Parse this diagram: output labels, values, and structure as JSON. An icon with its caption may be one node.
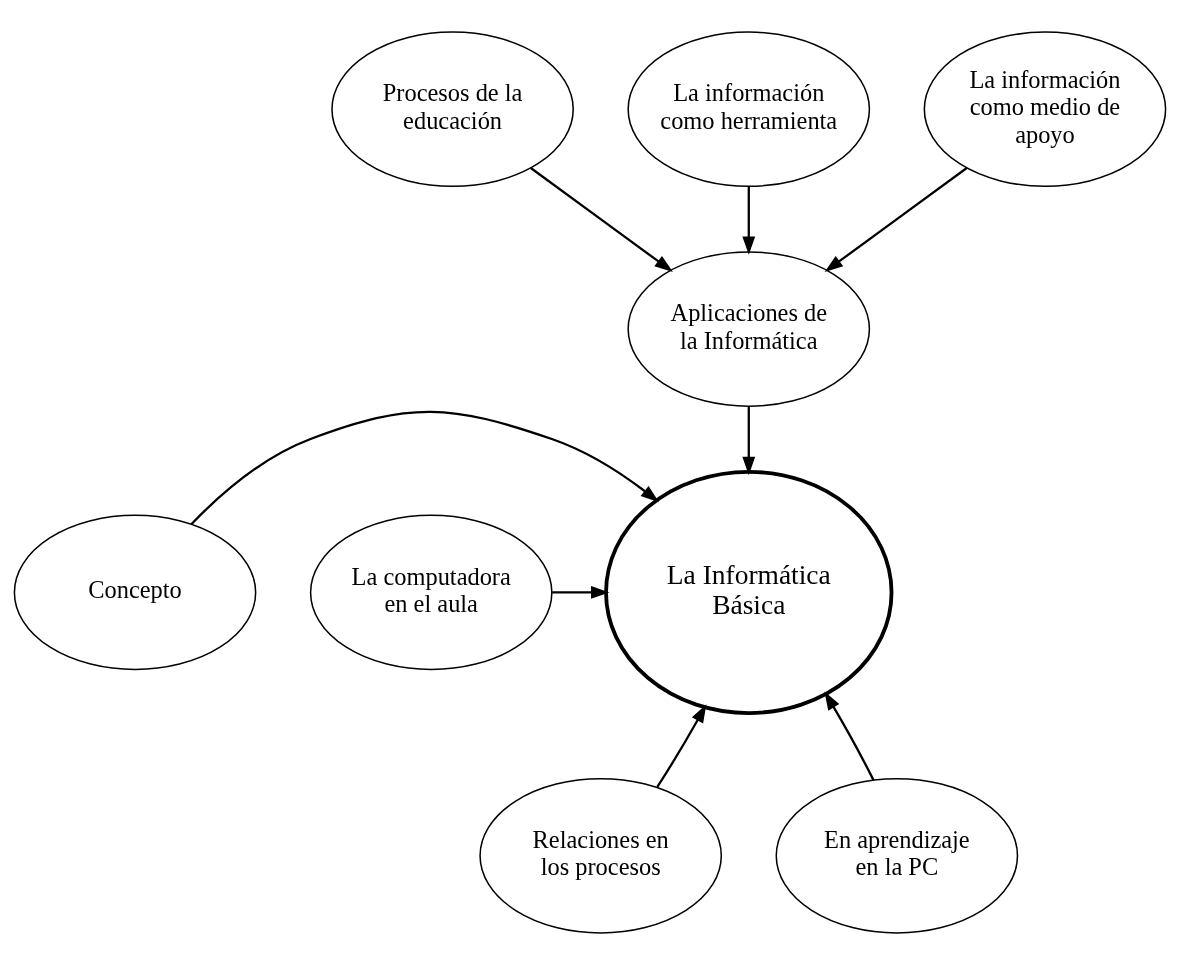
{
  "diagram": {
    "nodes": [
      {
        "text": [
          "Procesos de la educación"
        ]
      },
      {
        "text": [
          "La información como herramienta"
        ]
      },
      {
        "text": [
          "La información como medio de apoyo"
        ]
      },
      {
        "text": [
          "Aplicaciones de la Informática"
        ]
      },
      {
        "text": [
          "Concepto"
        ]
      },
      {
        "text": [
          "La Informática Básica"
        ]
      },
      {
        "text": [
          "La computadora en el aula"
        ]
      },
      {
        "text": [
          "Relaciones en los procesos"
        ]
      },
      {
        "text": [
          "En aprendizaje en la PC"
        ]
      }
    ],
    "edges": [
      {
        "from": 0,
        "to": 3,
        "arrow": "to"
      },
      {
        "from": 1,
        "to": 3,
        "arrow": "to"
      },
      {
        "from": 2,
        "to": 3,
        "arrow": "to"
      },
      {
        "from": 3,
        "to": 5,
        "arrow": "to"
      },
      {
        "from": 4,
        "to": 5,
        "arrow": "to"
      },
      {
        "from": 6,
        "to": 5,
        "arrow": "to"
      },
      {
        "from": 7,
        "to": 5,
        "arrow": "to"
      },
      {
        "from": 8,
        "to": 5,
        "arrow": "to"
      }
    ]
  }
}
